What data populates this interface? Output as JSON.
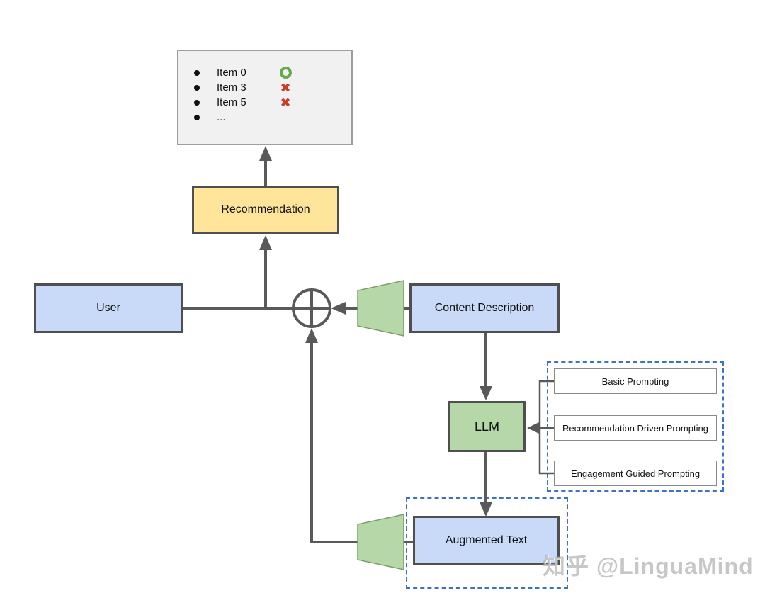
{
  "diagram": {
    "item_list": {
      "items": [
        {
          "label": "Item 0",
          "icon": "green-ring-icon"
        },
        {
          "label": "Item 3",
          "icon": "red-cross-icon"
        },
        {
          "label": "Item 5",
          "icon": "red-cross-icon"
        },
        {
          "label": "...",
          "icon": "none"
        }
      ]
    },
    "nodes": {
      "recommendation": {
        "label": "Recommendation"
      },
      "user": {
        "label": "User"
      },
      "content_description": {
        "label": "Content Description"
      },
      "llm": {
        "label": "LLM"
      },
      "augmented_text": {
        "label": "Augmented Text"
      }
    },
    "prompting": {
      "items": [
        {
          "label": "Basic Prompting"
        },
        {
          "label": "Recommendation Driven Prompting"
        },
        {
          "label": "Engagement Guided Prompting"
        }
      ]
    },
    "icons": {
      "combine_operator": "circle-plus",
      "encoder_shape": "green-trapezoid",
      "cross_glyph": "✖"
    },
    "colors": {
      "node_blue": "#c9daf8",
      "node_yellow": "#ffe599",
      "node_green": "#b6d7a8",
      "list_background": "#f1f1f1",
      "dark_border": "#4f4f4f",
      "connector_grey": "#595959",
      "dashed_blue": "#3b6fd4",
      "positive_green": "#6aa84f",
      "negative_red": "#cc3b26"
    }
  },
  "watermark": {
    "text": "知乎 @LinguaMind"
  }
}
